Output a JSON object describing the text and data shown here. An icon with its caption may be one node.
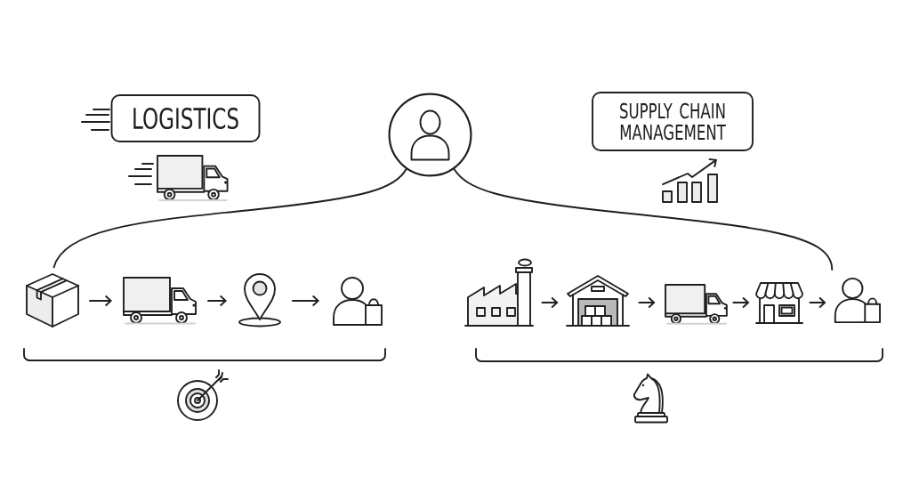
{
  "diagram": {
    "nodes": [
      {
        "text": [
          "LOGISTICS"
        ]
      },
      {
        "text": [],
        "shape": "circle"
      },
      {
        "text": [
          "SUPPLY CHAIN MANAGEMENT"
        ]
      },
      {
        "text": [],
        "shape": "picture"
      },
      {
        "text": [],
        "shape": "picture"
      },
      {
        "text": [],
        "shape": "picture"
      },
      {
        "text": [],
        "shape": "person"
      },
      {
        "text": [],
        "shape": "picture"
      },
      {
        "text": [],
        "shape": "picture"
      },
      {
        "text": [],
        "shape": "picture"
      },
      {
        "text": [],
        "shape": "picture"
      },
      {
        "text": [],
        "shape": "person"
      }
    ],
    "edges": [
      {
        "from": 1,
        "to": 3,
        "arrow": "none"
      },
      {
        "from": 1,
        "to": 11,
        "arrow": "none"
      },
      {
        "from": 3,
        "to": 4,
        "arrow": "to"
      },
      {
        "from": 4,
        "to": 5,
        "arrow": "to"
      },
      {
        "from": 5,
        "to": 6,
        "arrow": "to"
      },
      {
        "from": 7,
        "to": 8,
        "arrow": "to"
      },
      {
        "from": 8,
        "to": 9,
        "arrow": "to"
      },
      {
        "from": 9,
        "to": 10,
        "arrow": "to"
      },
      {
        "from": 10,
        "to": 11,
        "arrow": "to"
      }
    ]
  }
}
